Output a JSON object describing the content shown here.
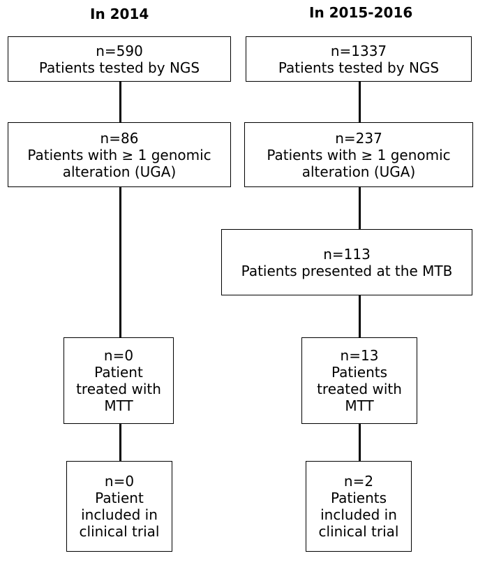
{
  "left_column": {
    "title": "In 2014",
    "boxes": [
      {
        "lines": [
          "n=590",
          "Patients tested by NGS"
        ]
      },
      {
        "lines": [
          "n=86",
          "Patients with ≥ 1 genomic",
          "alteration (UGA)"
        ]
      },
      {
        "lines": [
          "n=0",
          "Patient",
          "treated with",
          "MTT"
        ]
      },
      {
        "lines": [
          "n=0",
          "Patient",
          "included in",
          "clinical trial"
        ]
      }
    ]
  },
  "right_column": {
    "title": "In 2015-2016",
    "boxes": [
      {
        "lines": [
          "n=1337",
          "Patients tested by NGS"
        ]
      },
      {
        "lines": [
          "n=237",
          "Patients with ≥ 1 genomic",
          "alteration (UGA)"
        ]
      },
      {
        "lines": [
          "n=113",
          "Patients presented at the MTB"
        ]
      },
      {
        "lines": [
          "n=13",
          "Patients",
          "treated with",
          "MTT"
        ]
      },
      {
        "lines": [
          "n=2",
          "Patients",
          "included in",
          "clinical trial"
        ]
      }
    ]
  }
}
